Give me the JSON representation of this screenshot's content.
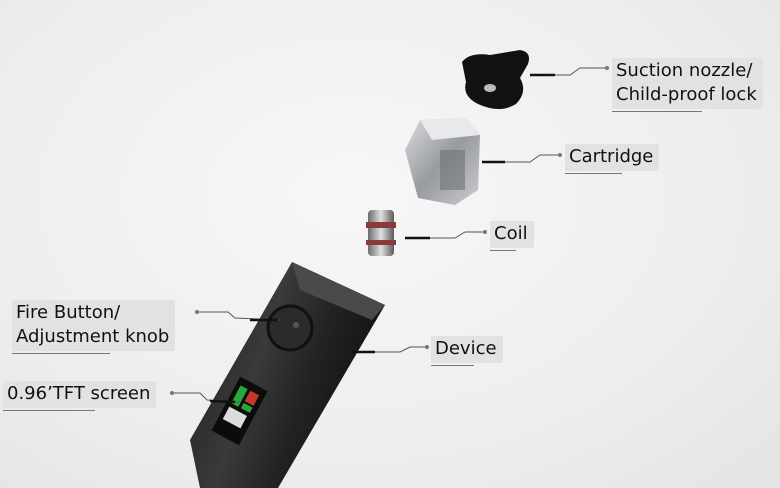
{
  "labels": {
    "suction_nozzle": [
      "Suction nozzle/",
      "Child-proof lock"
    ],
    "cartridge": "Cartridge",
    "coil": "Coil",
    "device": "Device",
    "fire_button": [
      "Fire Button/",
      "Adjustment knob"
    ],
    "screen": "0.96’TFT screen"
  }
}
